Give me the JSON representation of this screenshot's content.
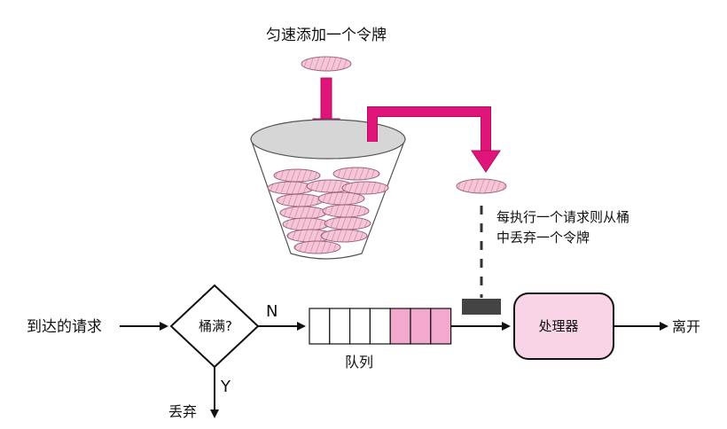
{
  "labels": {
    "top": "匀速添加一个令牌",
    "side_line1": "每执行一个请求则从桶",
    "side_line2": "中丢弃一个令牌",
    "arriving": "到达的请求",
    "decision": "桶满?",
    "branch_no": "N",
    "branch_yes": "Y",
    "queue": "队列",
    "processor": "处理器",
    "leave": "离开",
    "discard": "丢弃"
  },
  "queue": {
    "total_slots": 7,
    "filled_slots": 3
  },
  "colors": {
    "arrow_magenta": "#e0157a",
    "token_pink": "#f0bfd3",
    "queue_fill": "#f3a9cd",
    "processor_fill": "#f8d4e6",
    "bucket_gray": "#d6d6d6",
    "dark_block": "#444444"
  }
}
